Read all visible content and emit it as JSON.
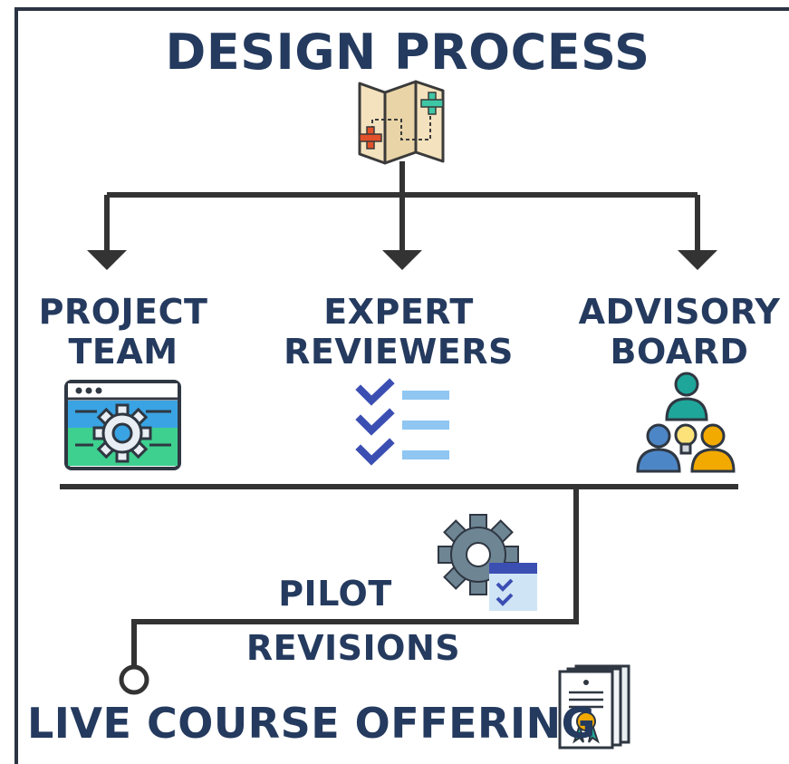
{
  "title": "DESIGN PROCESS",
  "branches": [
    {
      "line1": "PROJECT",
      "line2": "TEAM",
      "icon": "settings-window-icon"
    },
    {
      "line1": "EXPERT",
      "line2": "REVIEWERS",
      "icon": "checklist-icon"
    },
    {
      "line1": "ADVISORY",
      "line2": "BOARD",
      "icon": "team-idea-icon"
    }
  ],
  "steps": {
    "pilot": "PILOT",
    "revisions": "REVISIONS",
    "live": "LIVE COURSE OFFERING"
  },
  "icons": {
    "top": "map-icon",
    "pilot": "gear-calendar-icon",
    "live": "certificate-icon"
  },
  "colors": {
    "text": "#243a5e",
    "line": "#333333",
    "frame": "#2b3442"
  }
}
